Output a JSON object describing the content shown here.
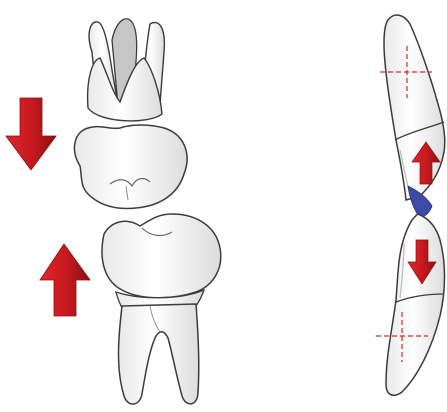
{
  "figure": {
    "left_panel": {
      "upper_tooth": {
        "icon": "upper-molar"
      },
      "lower_tooth": {
        "icon": "lower-molar"
      },
      "arrows": [
        {
          "name": "arrow-down-icon",
          "direction": "down"
        },
        {
          "name": "arrow-up-icon",
          "direction": "up"
        }
      ]
    },
    "right_panel": {
      "upper_tooth": {
        "icon": "upper-incisor-profile"
      },
      "lower_tooth": {
        "icon": "lower-incisor-profile"
      },
      "arrows": [
        {
          "name": "arrow-up-icon",
          "direction": "up"
        },
        {
          "name": "arrow-down-icon",
          "direction": "down"
        }
      ],
      "axis_markers": [
        "upper-crosshair",
        "lower-crosshair"
      ],
      "contact": "overlap-contact"
    },
    "colors": {
      "arrow_red": "#cc1a1f",
      "arrow_dark": "#8e0f12",
      "tooth_fill": "#f7f7f7",
      "tooth_outline": "#3b3b3b",
      "root_shadow": "#c6c6c6",
      "contact_blue": "#3d4aa6",
      "crosshair": "#d22a2a"
    }
  }
}
